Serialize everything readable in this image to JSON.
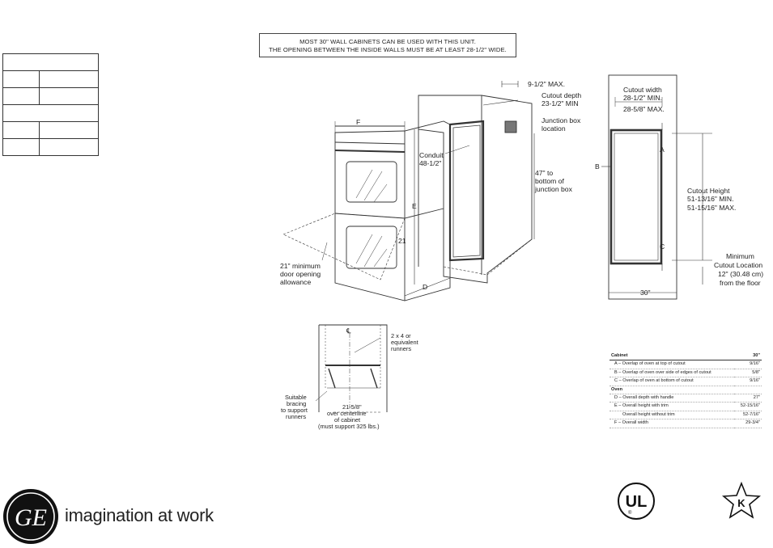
{
  "notice": {
    "line1": "MOST 30\" WALL CABINETS CAN BE USED WITH THIS UNIT.",
    "line2": "THE OPENING BETWEEN THE INSIDE WALLS MUST BE AT LEAST 28-1/2\" WIDE."
  },
  "labels": {
    "max_depth": "9-1/2\" MAX.",
    "cutout_depth_1": "Cutout depth",
    "cutout_depth_2": "23-1/2\" MIN",
    "junction_1": "Junction box",
    "junction_2": "location",
    "dim_f": "F",
    "conduit_1": "Conduit",
    "conduit_2": "48-1/2\"",
    "dim_e": "E",
    "junction_h_1": "47\" to",
    "junction_h_2": "bottom of",
    "junction_h_3": "junction box",
    "door_21": "21",
    "door_allow_1": "21\" minimum",
    "door_allow_2": "door opening",
    "door_allow_3": "allowance",
    "dim_d": "D",
    "cutout_width_1": "Cutout width",
    "cutout_width_2": "28-1/2\" MIN.",
    "cutout_width_3": "28-5/8\" MAX.",
    "dim_a": "A",
    "dim_b": "B",
    "dim_c": "C",
    "cutout_height_1": "Cutout Height",
    "cutout_height_2": "51-13/16\" MIN.",
    "cutout_height_3": "51-15/16\" MAX.",
    "min_loc_1": "Minimum",
    "min_loc_2": "Cutout Location",
    "min_loc_3": "12\" (30.48 cm)",
    "min_loc_4": "from the floor",
    "width_30": "30\"",
    "centerline": "℄",
    "runners_1": "2 x 4 or",
    "runners_2": "equivalent",
    "runners_3": "runners",
    "bracing_1": "Suitable",
    "bracing_2": "bracing",
    "bracing_3": "to support",
    "bracing_4": "runners",
    "center_1": "21-5/8\"",
    "center_2": "over centerline",
    "center_3": "of cabinet",
    "center_4": "(must support 325 lbs.)"
  },
  "spec_table": {
    "header": {
      "label": "Cabinet",
      "value": "30\""
    },
    "rows": [
      {
        "label": "A – Overlap of oven at top of cutout",
        "value": "9/16\""
      },
      {
        "label": "B – Overlap of oven over side of edges of cutout",
        "value": "5/8\""
      },
      {
        "label": "C – Overlap of oven at bottom of cutout",
        "value": "9/16\""
      }
    ],
    "section2": "Oven",
    "rows2": [
      {
        "label": "D – Overall depth with handle",
        "value": "27\""
      },
      {
        "label": "E – Overall height with trim",
        "value": "52-15/16\""
      },
      {
        "label": "Overall height without trim",
        "value": "52-7/16\""
      },
      {
        "label": "F – Overall width",
        "value": "29-3/4\""
      }
    ]
  },
  "footer": {
    "tagline": "imagination at work",
    "brand_mark": "GE",
    "ul_mark": "UL",
    "ul_reg": "®",
    "k_mark": "K"
  }
}
